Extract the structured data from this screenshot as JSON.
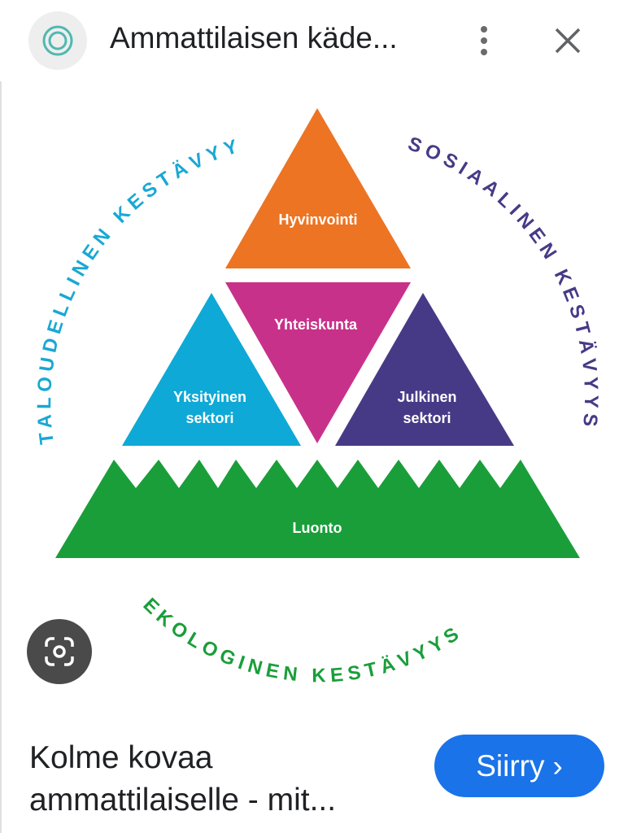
{
  "header": {
    "title": "Ammattilaisen käde...",
    "favicon_icon": "concentric-circles-icon",
    "more_icon": "more-vert-icon",
    "close_icon": "close-icon"
  },
  "diagram": {
    "arc_left": "TALOUDELLINEN KESTÄVYYS",
    "arc_right": "SOSIAALINEN KESTÄVYYS",
    "arc_bottom": "EKOLOGINEN KESTÄVYYS",
    "top": "Hyvinvointi",
    "center": "Yhteiskunta",
    "left_line1": "Yksityinen",
    "left_line2": "sektori",
    "right_line1": "Julkinen",
    "right_line2": "sektori",
    "base": "Luonto",
    "colors": {
      "orange": "#ec7423",
      "magenta": "#c8318a",
      "cyan": "#0ea9d6",
      "purple": "#463a87",
      "green": "#1a9e3a"
    }
  },
  "lens_icon": "google-lens-icon",
  "caption": {
    "line1": "Kolme kovaa",
    "line2": "ammattilaiselle - mit..."
  },
  "button": {
    "label": "Siirry",
    "icon": "chevron-right-icon",
    "chevron": "›"
  }
}
